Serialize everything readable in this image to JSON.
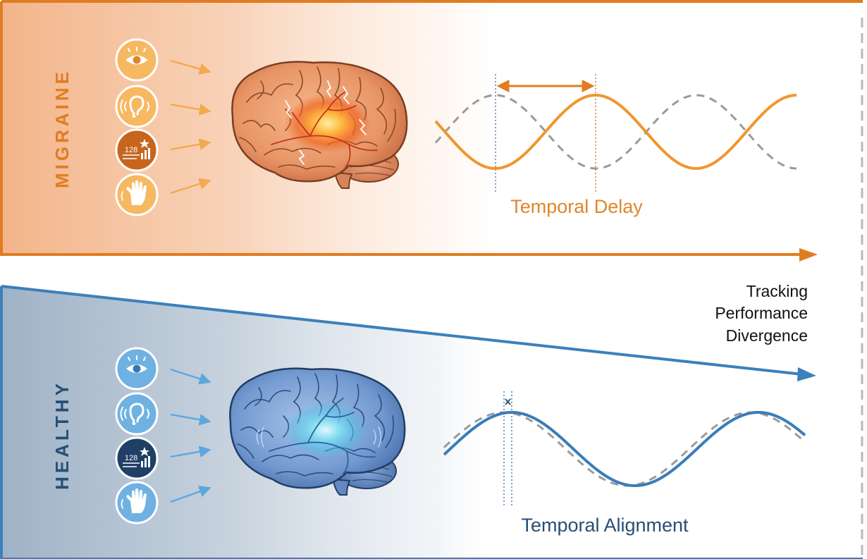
{
  "colors": {
    "migraine": "#e07c22",
    "migraine_light": "#f3a94e",
    "healthy": "#3c80bb",
    "healthy_dark": "#264f75",
    "reference": "#9a9a9a",
    "divider": "#b8b8b8"
  },
  "migraine": {
    "label": "MIGRAINE",
    "wave_label": "Temporal Delay",
    "stimuli": [
      {
        "icon": "eye-icon"
      },
      {
        "icon": "ear-icon"
      },
      {
        "icon": "counter-icon",
        "text": "128"
      },
      {
        "icon": "hand-icon"
      }
    ]
  },
  "healthy": {
    "label": "HEALTHY",
    "wave_label": "Temporal Alignment",
    "stimuli": [
      {
        "icon": "eye-icon"
      },
      {
        "icon": "ear-icon"
      },
      {
        "icon": "counter-icon",
        "text": "128"
      },
      {
        "icon": "hand-icon"
      }
    ]
  },
  "divergence_label": [
    "Tracking",
    "Performance",
    "Divergence"
  ]
}
